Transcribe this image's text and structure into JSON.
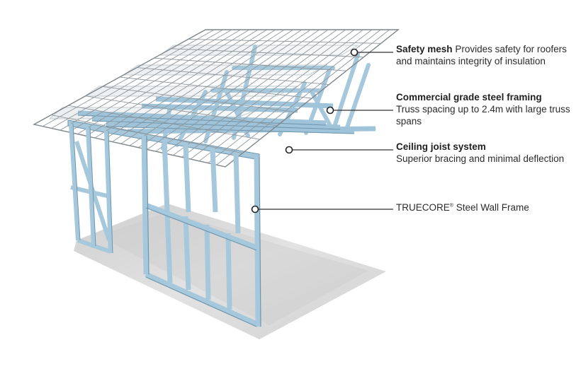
{
  "callouts": {
    "safety_mesh": {
      "title": "Safety mesh",
      "text": "Provides safety for roofers and maintains integrity of insulation"
    },
    "commercial_framing": {
      "title": "Commercial grade steel framing",
      "text": "Truss spacing up to 2.4m with large truss spans"
    },
    "ceiling_joist": {
      "title": "Ceiling joist system",
      "text": "Superior bracing and minimal deflection"
    },
    "truecore": {
      "brand": "TRUECORE",
      "registered_mark": "®",
      "text": "Steel Wall Frame"
    }
  },
  "colors": {
    "steel": "#a6c8dc",
    "steel_edge": "#6d95ad",
    "mesh": "#8a9196",
    "floor": "#d9d9d9",
    "leader": "#333333"
  }
}
